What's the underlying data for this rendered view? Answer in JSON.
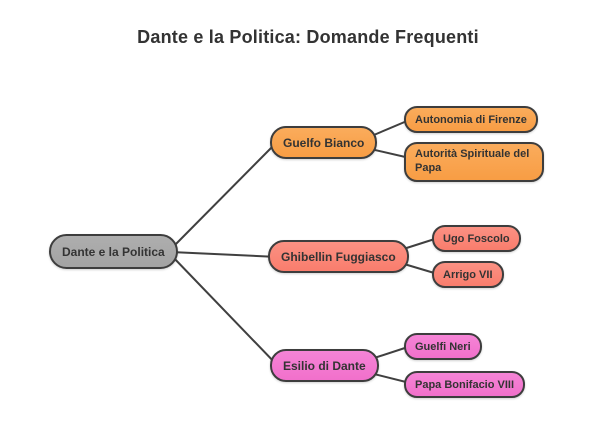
{
  "title": "Dante e la Politica: Domande Frequenti",
  "colors": {
    "background": "#ffffff",
    "title_text": "#333333",
    "node_border": "#3d3d3d",
    "node_text": "#333333",
    "connector": "#404040",
    "root_fill": "#a9a9a9",
    "guelfo_branch_fill": "#f8a24e",
    "ghibellin_branch_fill": "#fa8577",
    "esilio_branch_fill": "#f379d0"
  },
  "mindmap": {
    "root": {
      "label": "Dante e la Politica"
    },
    "branches": [
      {
        "label": "Guelfo Bianco",
        "children": [
          {
            "label": "Autonomia di Firenze"
          },
          {
            "label": "Autorità Spirituale del Papa"
          }
        ]
      },
      {
        "label": "Ghibellin Fuggiasco",
        "children": [
          {
            "label": "Ugo Foscolo"
          },
          {
            "label": "Arrigo VII"
          }
        ]
      },
      {
        "label": "Esilio di Dante",
        "children": [
          {
            "label": "Guelfi Neri"
          },
          {
            "label": "Papa Bonifacio VIII"
          }
        ]
      }
    ]
  }
}
